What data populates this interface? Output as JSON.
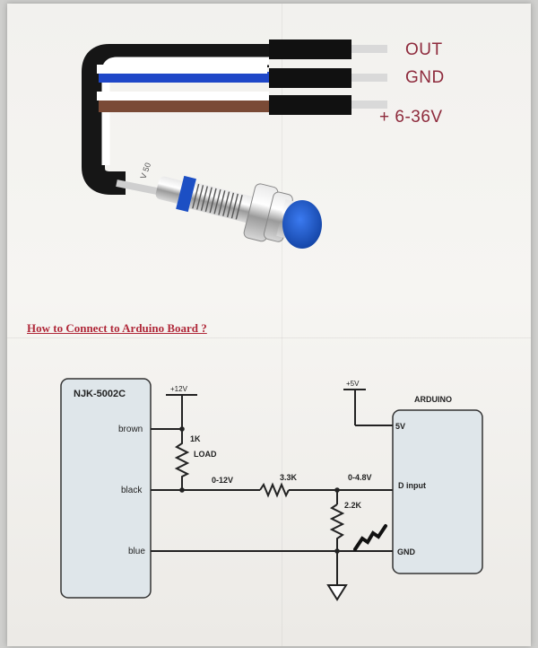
{
  "sensor_photo": {
    "wire_labels": {
      "out": "OUT",
      "gnd": "GND",
      "power": "+ 6-36V"
    },
    "wire_colors": {
      "out": "#ffffff",
      "gnd": "#1f47c8",
      "power": "#7a4a36",
      "sheath": "#161616"
    },
    "cap_color": "#1d5fd0"
  },
  "section_title": "How to Connect to Arduino Board ?",
  "schematic": {
    "sensor_box": {
      "title": "NJK-5002C",
      "pins": {
        "brown": "brown",
        "black": "black",
        "blue": "blue"
      }
    },
    "arduino_box": {
      "title": "ARDUINO",
      "pins": {
        "five_v": "5V",
        "d_input": "D input",
        "gnd": "GND"
      }
    },
    "supply_sensor": "+12V",
    "supply_arduino": "+5V",
    "load_resistor": {
      "value": "1K",
      "label": "LOAD"
    },
    "series_resistor": "3.3K",
    "divider_resistor": "2.2K",
    "voltage_labels": {
      "sensor_side": "0-12V",
      "arduino_side": "0-4.8V"
    }
  }
}
